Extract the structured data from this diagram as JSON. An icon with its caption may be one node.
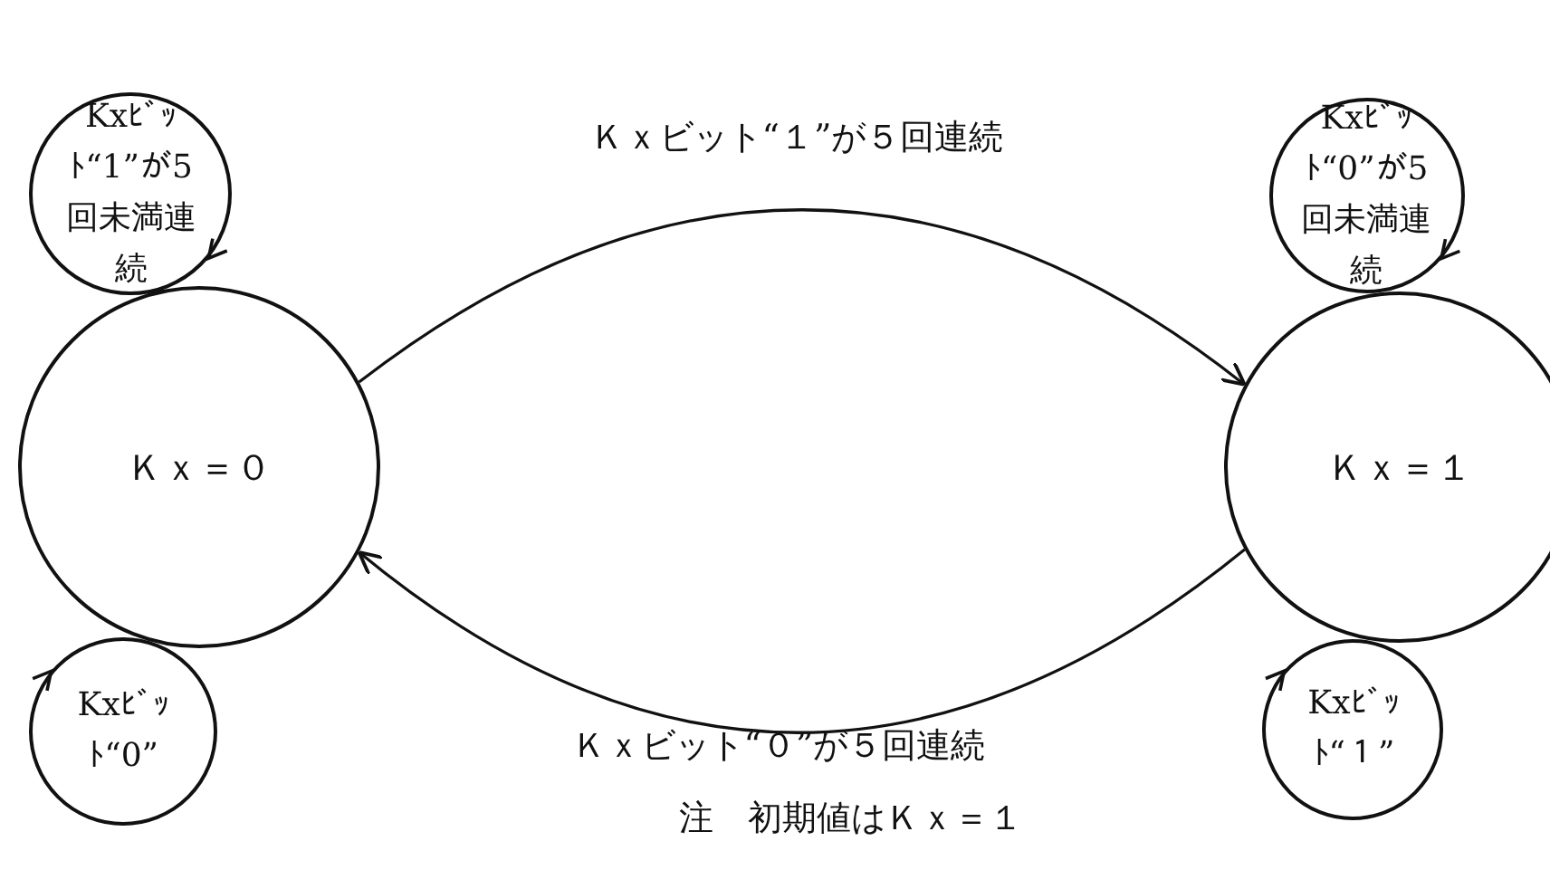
{
  "diagram": {
    "nodes": [
      {
        "text": [
          "Ｋｘ＝０"
        ]
      },
      {
        "text": [
          "Ｋｘ＝１"
        ]
      },
      {
        "text": [
          "Kxﾋﾞｯﾄ“1”が5回未満連続"
        ]
      },
      {
        "text": [
          "Kxﾋﾞｯﾄ“0”が5回未満連続"
        ]
      },
      {
        "text": [
          "Kxﾋﾞｯﾄ“0”"
        ]
      },
      {
        "text": [
          "Kxﾋﾞｯﾄ“１”"
        ]
      }
    ],
    "edges": [
      {
        "from": 0,
        "to": 1,
        "arrow": "to",
        "label": "Ｋｘビット“１”が５回連続"
      },
      {
        "from": 1,
        "to": 0,
        "arrow": "to",
        "label": "Ｋｘビット“０”が５回連続"
      }
    ],
    "labels": [
      "注　初期値はＫｘ＝１"
    ]
  }
}
